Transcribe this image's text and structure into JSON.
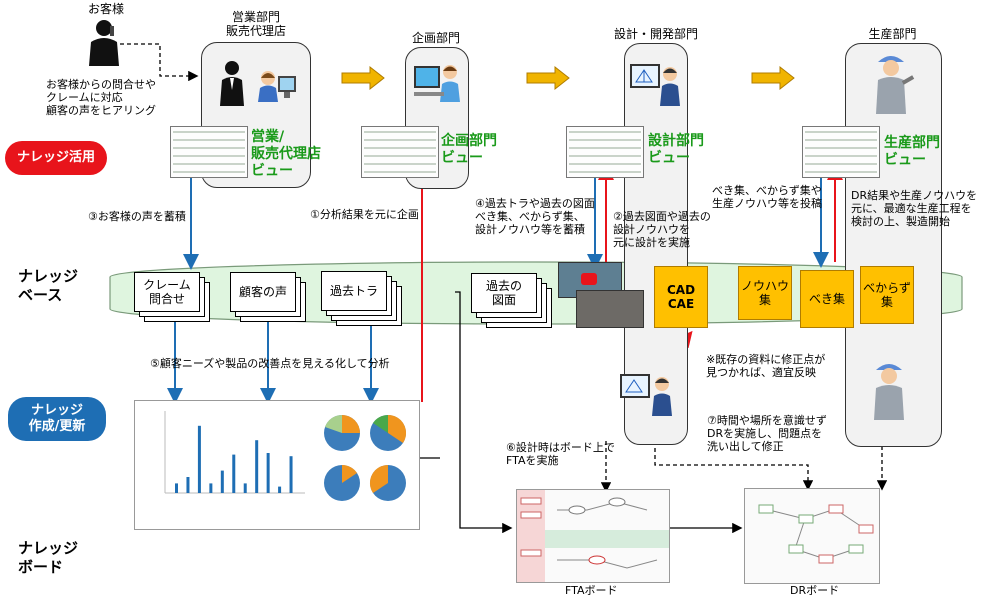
{
  "customer": {
    "title": "お客様",
    "desc": "お客様からの問合せや\nクレームに対応\n顧客の声をヒアリング"
  },
  "departments": [
    {
      "title": "営業部門\n販売代理店",
      "view": "営業/\n販売代理店\nビュー"
    },
    {
      "title": "企画部門",
      "view": "企画部門\nビュー"
    },
    {
      "title": "設計・開発部門",
      "view": "設計部門\nビュー"
    },
    {
      "title": "生産部門",
      "view": "生産部門\nビュー"
    }
  ],
  "sections": {
    "utilize": "ナレッジ活用",
    "base": "ナレッジ\nベース",
    "create": "ナレッジ\n作成/更新",
    "board": "ナレッジ\nボード"
  },
  "colors": {
    "utilize": "#e8141b",
    "create": "#1e6eb4",
    "cube": "#ffc000",
    "blue_arrow": "#1e6eb4",
    "red_arrow": "#e8141b",
    "green_text": "#1a9a1a"
  },
  "steps": {
    "s1": "①分析結果を元に企画",
    "s2": "②過去図面や過去の\n設計ノウハウを\n元に設計を実施",
    "s3": "③お客様の声を蓄積",
    "s4": "④過去トラや過去の図面\nべき集、べからず集、\n設計ノウハウ等を蓄積",
    "s5": "⑤顧客ニーズや製品の改善点を見える化して分析",
    "s6": "⑥設計時はボード上で\nFTAを実施",
    "s7": "⑦時間や場所を意識せず\nDRを実施し、問題点を\n洗い出して修正",
    "prod_store": "べき集、べからず集や\n生産ノウハウ等を投稿",
    "prod_start": "DR結果や生産ノウハウを\n元に、最適な生産工程を\n検討の上、製造開始",
    "note": "※既存の資料に修正点が\n見つかれば、適宜反映"
  },
  "docs": {
    "claim": "クレーム\n問合せ",
    "voice": "顧客の声",
    "trouble": "過去トラ",
    "drawing": "過去の\n図面"
  },
  "cubes": {
    "cad": "CAD\nCAE",
    "knowhow": "ノウハウ\n集",
    "beki": "べき集",
    "bekarazu": "べからず\n集"
  },
  "boards": {
    "fta": "FTAボード",
    "dr": "DRボード"
  },
  "analysis": {
    "bars": [
      0.12,
      0.2,
      0.84,
      0.12,
      0.28,
      0.48,
      0.12,
      0.66,
      0.5,
      0.08,
      0.46
    ]
  }
}
